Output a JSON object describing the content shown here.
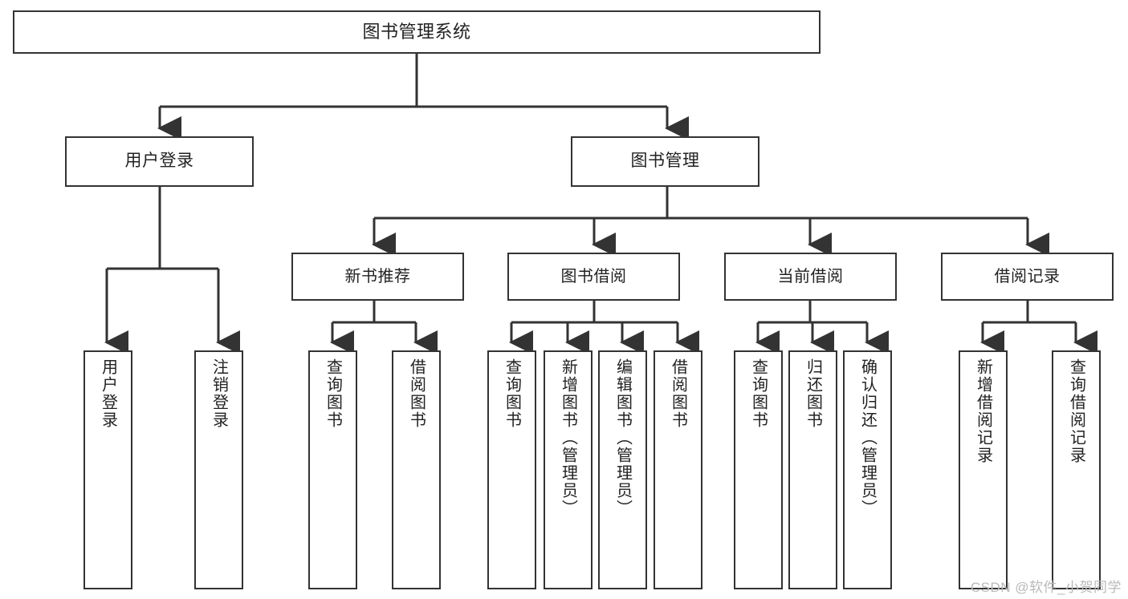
{
  "diagram": {
    "title": "图书管理系统",
    "watermark": "CSDN @软件_小贺同学",
    "colors": {
      "box_border": "#333333",
      "box_fill": "#ffffff",
      "edge": "#333333",
      "text": "#222222",
      "watermark": "#b9b9b9",
      "background": "#ffffff"
    },
    "nodes": {
      "root": {
        "label": "图书管理系统"
      },
      "level2": [
        {
          "label": "用户登录"
        },
        {
          "label": "图书管理"
        }
      ],
      "level3": [
        {
          "label": "新书推荐"
        },
        {
          "label": "图书借阅"
        },
        {
          "label": "当前借阅"
        },
        {
          "label": "借阅记录"
        }
      ],
      "leaves": {
        "user_login": [
          {
            "label": "用户登录"
          },
          {
            "label": "注销登录"
          }
        ],
        "new_book_recommend": [
          {
            "label": "查询图书"
          },
          {
            "label": "借阅图书"
          }
        ],
        "book_borrow": [
          {
            "label": "查询图书"
          },
          {
            "label": "新增图书（管理员）"
          },
          {
            "label": "编辑图书（管理员）"
          },
          {
            "label": "借阅图书"
          }
        ],
        "current_borrow": [
          {
            "label": "查询图书"
          },
          {
            "label": "归还图书"
          },
          {
            "label": "确认归还（管理员）"
          }
        ],
        "borrow_records": [
          {
            "label": "新增借阅记录"
          },
          {
            "label": "查询借阅记录"
          }
        ]
      }
    }
  }
}
